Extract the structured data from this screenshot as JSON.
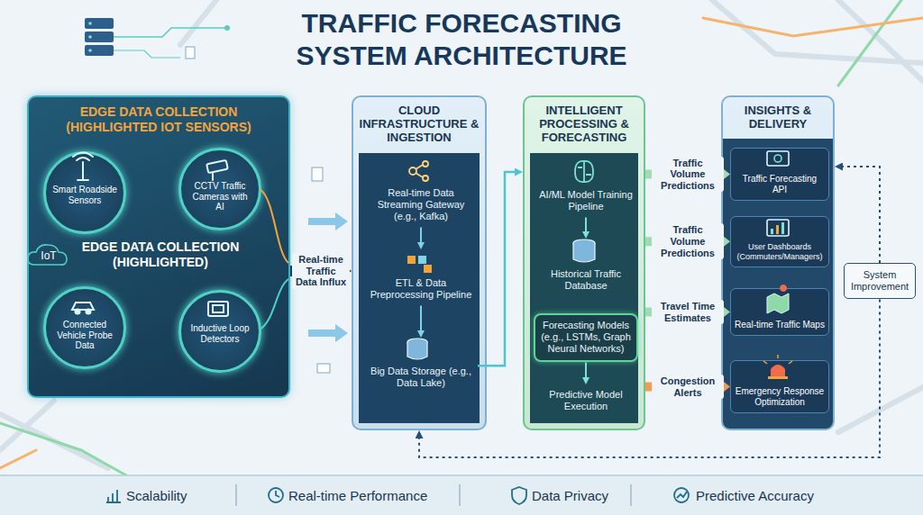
{
  "diagram": {
    "title": "TRAFFIC FORECASTING SYSTEM ARCHITECTURE",
    "nodes": [
      {
        "text": [
          "EDGE DATA COLLECTION (HIGHLIGHTED IOT SENSORS)"
        ]
      },
      {
        "text": [
          "Smart Roadside Sensors"
        ],
        "in": 0
      },
      {
        "text": [
          "CCTV Traffic Cameras with AI"
        ],
        "in": 0
      },
      {
        "text": [
          "Connected Vehicle Probe Data"
        ],
        "in": 0
      },
      {
        "text": [
          "Inductive Loop Detectors"
        ],
        "in": 0
      },
      {
        "text": [
          "CLOUD INFRASTRUCTURE & INGESTION"
        ]
      },
      {
        "text": [
          "Real-time Data Streaming Gateway (e.g., Kafka)"
        ],
        "in": 5
      },
      {
        "text": [
          "ETL & Data Preprocessing Pipeline"
        ],
        "in": 5
      },
      {
        "text": [
          "Big Data Storage (e.g., Data Lake)"
        ],
        "in": 5
      },
      {
        "text": [
          "INTELLIGENT PROCESSING & FORECASTING"
        ]
      },
      {
        "text": [
          "AI/ML Model Training Pipeline"
        ],
        "in": 9
      },
      {
        "text": [
          "Historical Traffic Database"
        ],
        "in": 9
      },
      {
        "text": [
          "Forecasting Models (e.g., LSTMs, Graph Neural Networks)"
        ],
        "in": 9
      },
      {
        "text": [
          "Predictive Model Execution"
        ],
        "in": 9
      },
      {
        "text": [
          "INSIGHTS & DELIVERY"
        ]
      },
      {
        "text": [
          "Traffic Forecasting API"
        ],
        "in": 14
      },
      {
        "text": [
          "User Dashboards (Commuters/Managers)"
        ],
        "in": 14
      },
      {
        "text": [
          "Real-time Traffic Maps"
        ],
        "in": 14
      },
      {
        "text": [
          "Emergency Response Optimization"
        ],
        "in": 14
      },
      {
        "text": [
          "System Improvement"
        ]
      }
    ],
    "edges": [
      {
        "from": 0,
        "to": 5,
        "label": "Real-time Traffic Data Influx",
        "arrow": "to"
      },
      {
        "from": 6,
        "to": 7,
        "arrow": "to"
      },
      {
        "from": 7,
        "to": 8,
        "arrow": "to"
      },
      {
        "from": 8,
        "to": 9,
        "arrow": "to"
      },
      {
        "from": 10,
        "to": 11,
        "arrow": "to"
      },
      {
        "from": 12,
        "to": 13,
        "arrow": "to"
      },
      {
        "from": 9,
        "to": 15,
        "label": "Traffic Volume Predictions",
        "arrow": "to"
      },
      {
        "from": 9,
        "to": 16,
        "label": "Traffic Volume Predictions",
        "arrow": "to"
      },
      {
        "from": 9,
        "to": 17,
        "label": "Travel Time Estimates",
        "arrow": "to"
      },
      {
        "from": 9,
        "to": 18,
        "label": "Congestion Alerts",
        "arrow": "to"
      },
      {
        "from": 19,
        "to": 14,
        "arrow": "to"
      },
      {
        "from": 19,
        "to": 5,
        "arrow": "to"
      }
    ],
    "labels": [
      "IoT",
      "EDGE DATA COLLECTION (HIGHLIGHTED)",
      "Scalability",
      "Real-time Performance",
      "Data Privacy",
      "Predictive Accuracy"
    ]
  }
}
